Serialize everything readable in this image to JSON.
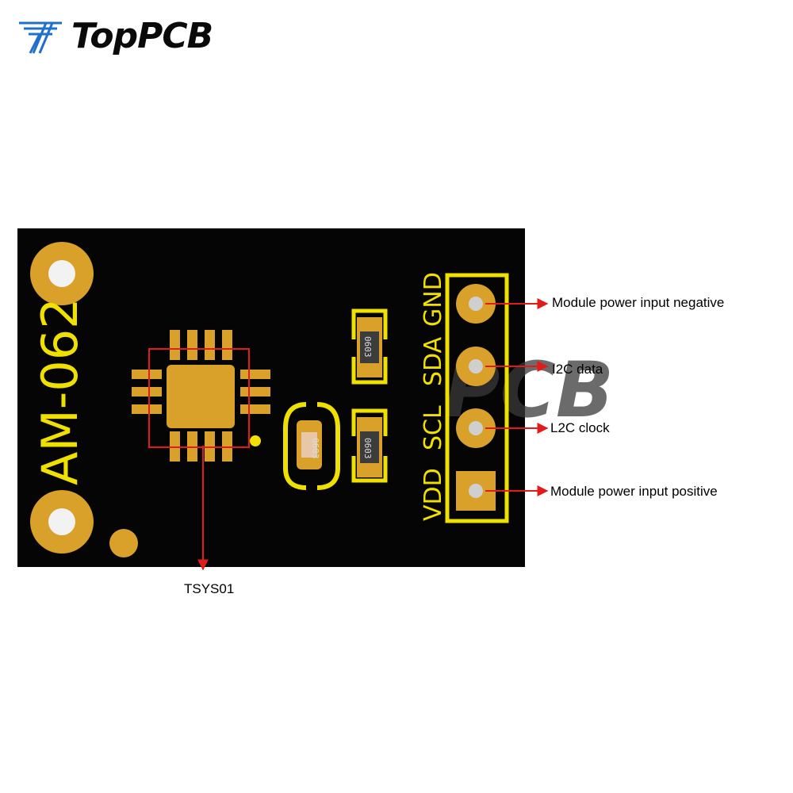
{
  "brand": {
    "name": "TopPCB",
    "watermark": "PCB"
  },
  "board": {
    "model": "AM-062",
    "pins": [
      "VDD",
      "SCL",
      "SDA",
      "GND"
    ],
    "resistor_codes": [
      "0603",
      "0603"
    ],
    "cap_code": "0603"
  },
  "callouts": {
    "gnd": "Module power input negative",
    "sda": "I2C data",
    "scl": "L2C clock",
    "vdd": "Module power input positive",
    "chip": "TSYS01"
  },
  "colors": {
    "board": "#050505",
    "silkscreen": "#f0e000",
    "pad": "#d9a12a",
    "arrow": "#e21a1a",
    "logo_blue": "#1f6fcf"
  }
}
